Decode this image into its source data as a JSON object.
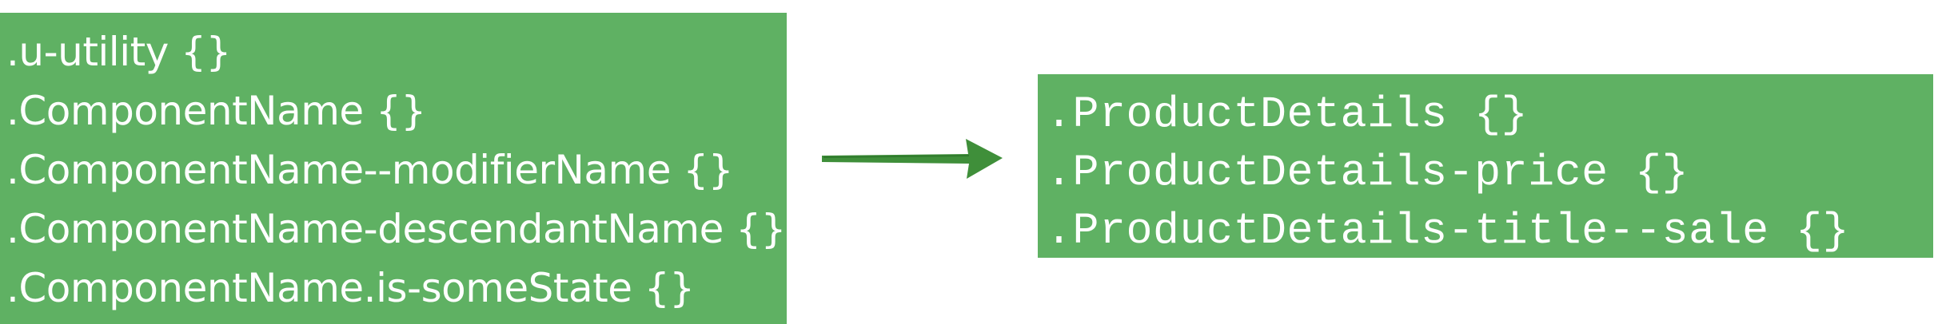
{
  "left_panel": {
    "lines": [
      ".u-utility {}",
      ".ComponentName {}",
      ".ComponentName--modifierName {}",
      ".ComponentName-descendantName {}",
      ".ComponentName.is-someState {}"
    ]
  },
  "right_panel": {
    "lines": [
      ".ProductDetails {}",
      ".ProductDetails-price {}",
      ".ProductDetails-title--sale {}"
    ]
  },
  "colors": {
    "panel_green": "#5fb163",
    "arrow_green": "#3f8f3a",
    "text": "#ffffff"
  },
  "icons": {
    "arrow": "right-arrow-icon"
  }
}
